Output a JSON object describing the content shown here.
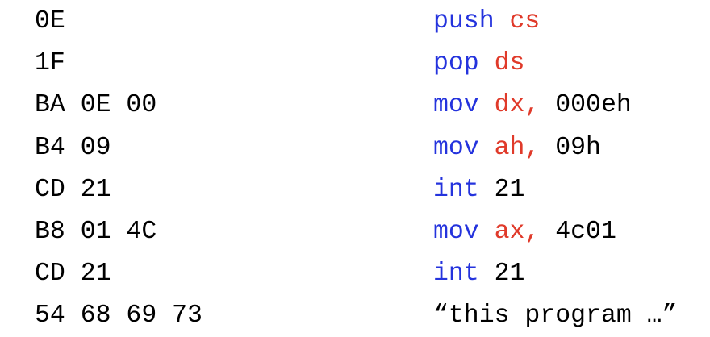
{
  "colors": {
    "background": "#ffffff",
    "text": "#000000",
    "mnemonic": "#2433dd",
    "register": "#e03a2a"
  },
  "listing": {
    "rows": [
      {
        "bytes": "0E",
        "tokens": [
          {
            "t": "push",
            "c": "mnemonic"
          },
          {
            "t": " ",
            "c": "text"
          },
          {
            "t": "cs",
            "c": "register"
          }
        ]
      },
      {
        "bytes": "1F",
        "tokens": [
          {
            "t": "pop",
            "c": "mnemonic"
          },
          {
            "t": " ",
            "c": "text"
          },
          {
            "t": "ds",
            "c": "register"
          }
        ]
      },
      {
        "bytes": "BA 0E 00",
        "tokens": [
          {
            "t": "mov",
            "c": "mnemonic"
          },
          {
            "t": " ",
            "c": "text"
          },
          {
            "t": "dx,",
            "c": "register"
          },
          {
            "t": " 000eh",
            "c": "text"
          }
        ]
      },
      {
        "bytes": "B4 09",
        "tokens": [
          {
            "t": "mov",
            "c": "mnemonic"
          },
          {
            "t": " ",
            "c": "text"
          },
          {
            "t": "ah,",
            "c": "register"
          },
          {
            "t": " 09h",
            "c": "text"
          }
        ]
      },
      {
        "bytes": "CD 21",
        "tokens": [
          {
            "t": "int",
            "c": "mnemonic"
          },
          {
            "t": " 21",
            "c": "text"
          }
        ]
      },
      {
        "bytes": "B8 01 4C",
        "tokens": [
          {
            "t": "mov",
            "c": "mnemonic"
          },
          {
            "t": " ",
            "c": "text"
          },
          {
            "t": "ax,",
            "c": "register"
          },
          {
            "t": " 4c01",
            "c": "text"
          }
        ]
      },
      {
        "bytes": "CD 21",
        "tokens": [
          {
            "t": "int",
            "c": "mnemonic"
          },
          {
            "t": " 21",
            "c": "text"
          }
        ]
      },
      {
        "bytes": "54 68 69 73",
        "tokens": [
          {
            "t": "“this program …”",
            "c": "text"
          }
        ]
      }
    ]
  }
}
